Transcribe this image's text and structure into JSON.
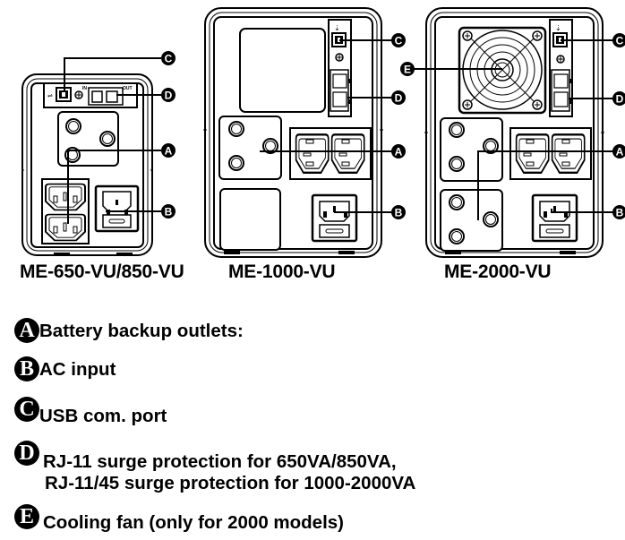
{
  "models": [
    {
      "id": "small",
      "label": "ME-650-VU/850-VU",
      "callouts": [
        "C",
        "D",
        "A",
        "B"
      ]
    },
    {
      "id": "mid",
      "label": "ME-1000-VU",
      "callouts": [
        "C",
        "D",
        "A",
        "B"
      ]
    },
    {
      "id": "large",
      "label": "ME-2000-VU",
      "callouts": [
        "C",
        "E",
        "D",
        "A",
        "B"
      ]
    }
  ],
  "panel_labels": {
    "rj_in": "IN",
    "rj_out": "OUT"
  },
  "legend": [
    {
      "letter": "A",
      "text": "Battery backup outlets:"
    },
    {
      "letter": "B",
      "text": "AC input"
    },
    {
      "letter": "C",
      "text": "USB com. port"
    },
    {
      "letter": "D",
      "text": " RJ-11 surge protection for 650VA/850VA,",
      "text2": "RJ-11/45 surge protection for 1000-2000VA"
    },
    {
      "letter": "E",
      "text": " Cooling fan (only for 2000 models)"
    }
  ]
}
